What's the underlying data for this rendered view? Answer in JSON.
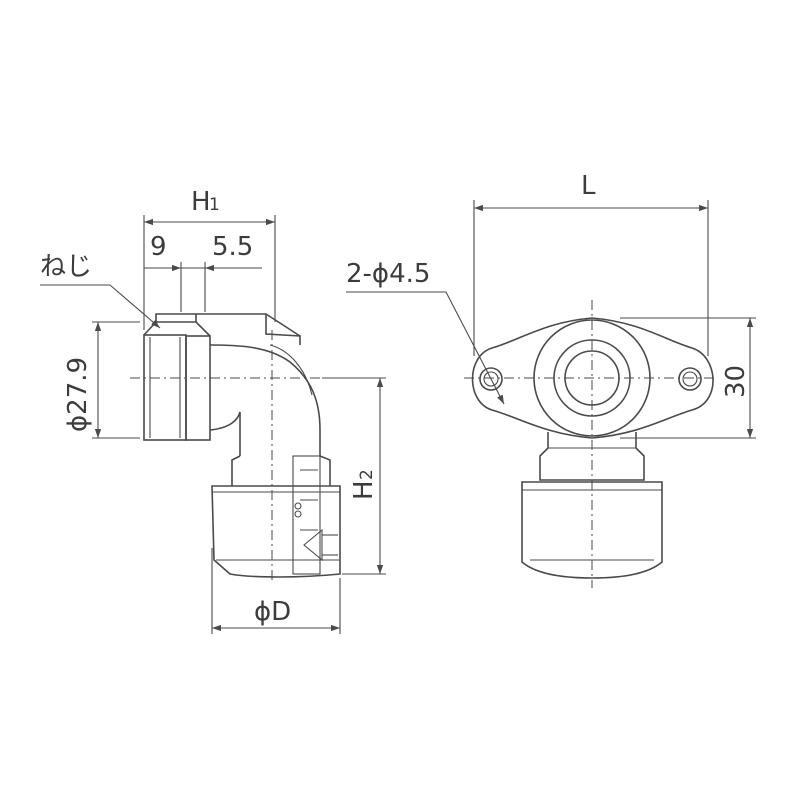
{
  "labels": {
    "h1": "H",
    "h1_sub": "1",
    "dim_9": "9",
    "dim_5_5": "5.5",
    "thread": "ねじ",
    "dia_27_9": "ϕ27.9",
    "h2": "H",
    "h2_sub": "2",
    "dia_d": "ϕD",
    "length_l": "L",
    "holes": "2-ϕ4.5",
    "dim_30": "30"
  },
  "colors": {
    "line": "#4a4a4a",
    "text": "#3c3c3c",
    "background": "#ffffff"
  }
}
